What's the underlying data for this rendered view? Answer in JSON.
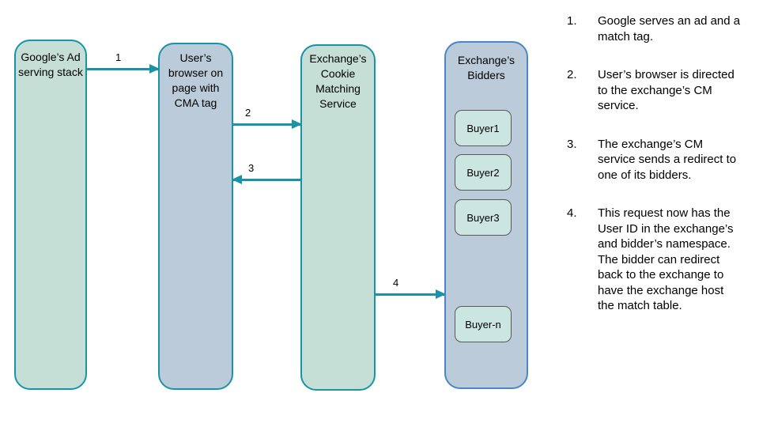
{
  "colors": {
    "teal_border": "#1a93a8",
    "green_fill": "#c5dfd6",
    "blue_fill": "#bbcbda",
    "blue_border": "#4a86c8",
    "buyer_fill": "#cbe6e0",
    "buyer_border": "#595959",
    "arrow": "#1a93a8"
  },
  "diagram": {
    "nodes": {
      "google": {
        "title": "Google’s Ad serving stack"
      },
      "browser": {
        "title": "User’s browser on page with CMA tag"
      },
      "cm": {
        "title": "Exchange’s Cookie Matching Service"
      },
      "bidders": {
        "title": "Exchange’s Bidders",
        "buyers": [
          {
            "label": "Buyer1"
          },
          {
            "label": "Buyer2"
          },
          {
            "label": "Buyer3"
          },
          {
            "label": "Buyer-n"
          }
        ]
      }
    },
    "arrows": [
      {
        "label": "1"
      },
      {
        "label": "2"
      },
      {
        "label": "3"
      },
      {
        "label": "4"
      }
    ]
  },
  "notes": {
    "items": [
      {
        "num": "1.",
        "text": "Google serves an ad and a match tag."
      },
      {
        "num": "2.",
        "text": "User’s browser is directed to the exchange’s CM service."
      },
      {
        "num": "3.",
        "text": "The exchange’s CM service sends a redirect to one of its bidders."
      },
      {
        "num": "4.",
        "text": "This request now has the User ID in the exchange’s and bidder’s namespace. The bidder can redirect back to the exchange to have the exchange host the match table."
      }
    ]
  }
}
